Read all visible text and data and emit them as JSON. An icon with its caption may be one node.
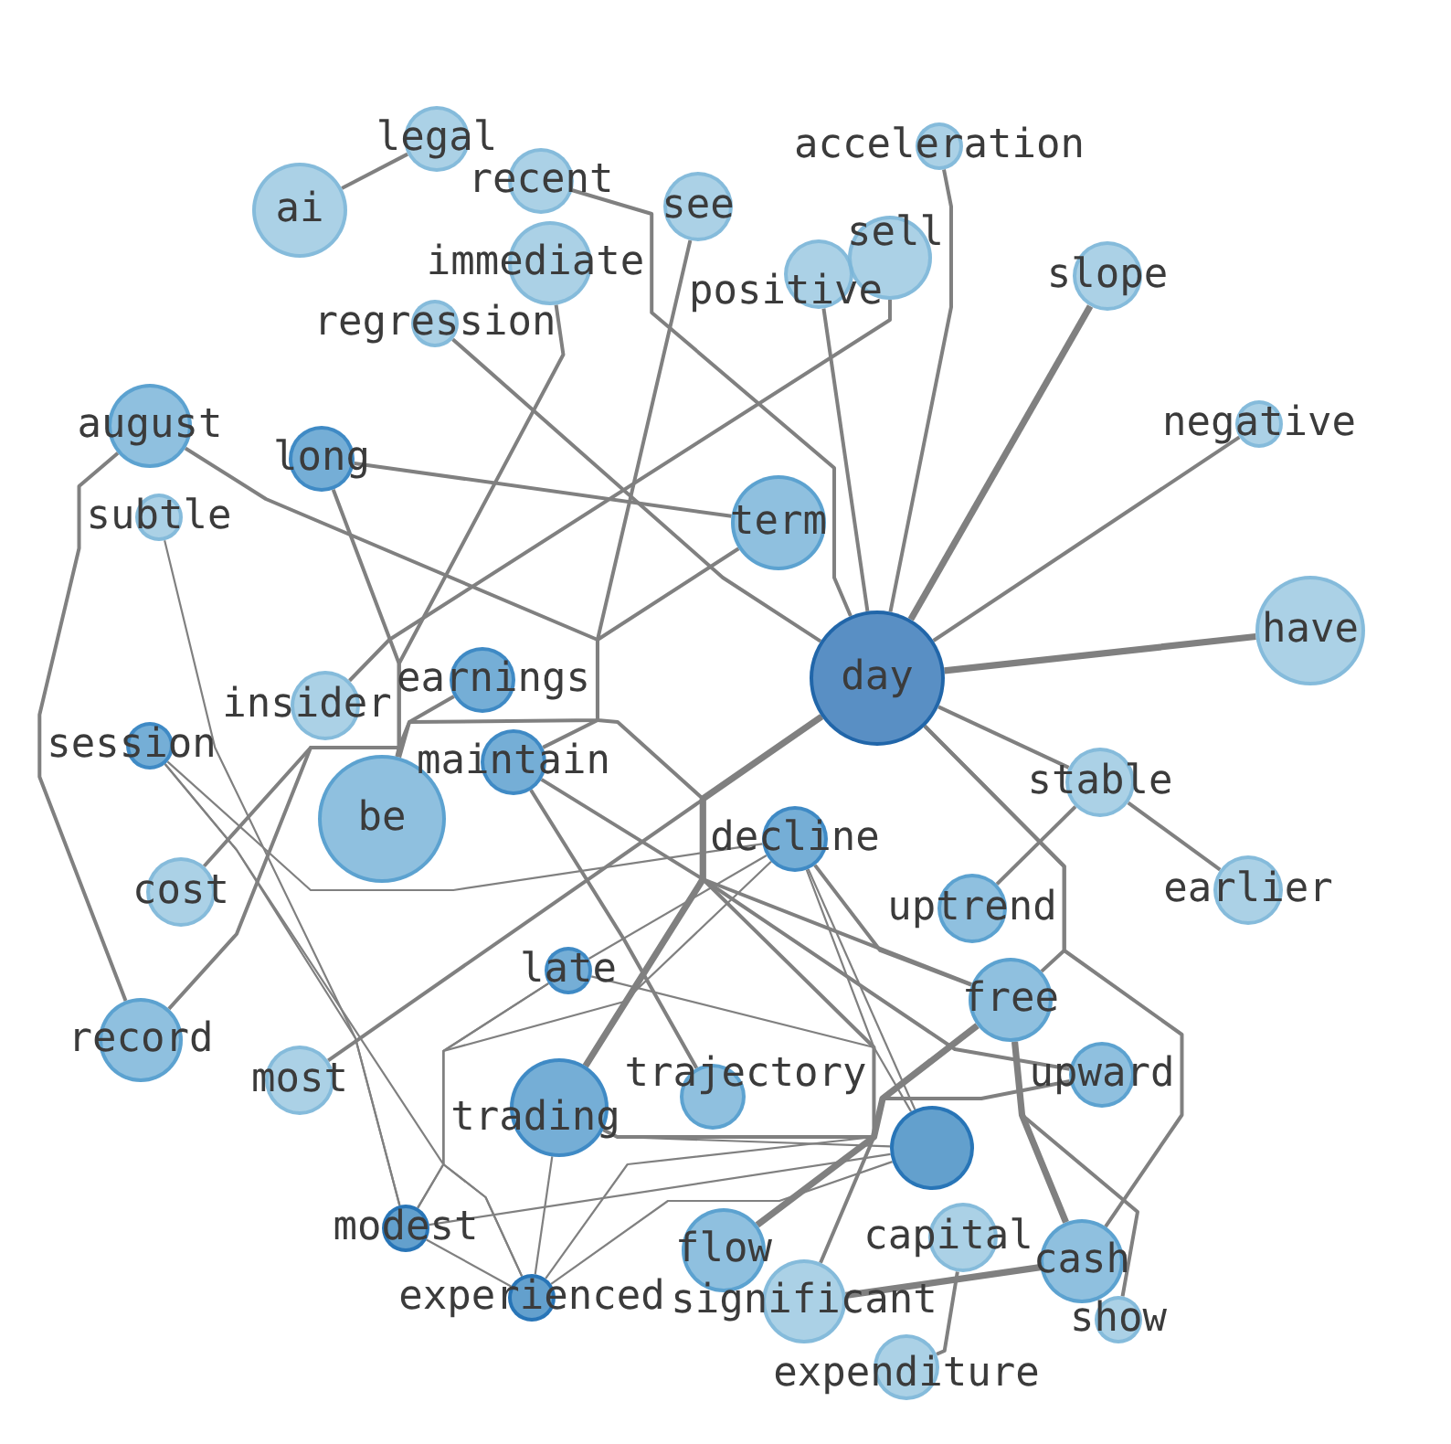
{
  "diagram": {
    "nodes": [
      {
        "text": [
          "legal"
        ]
      },
      {
        "text": [
          "ai"
        ]
      },
      {
        "text": [
          "recent"
        ]
      },
      {
        "text": [
          "see"
        ]
      },
      {
        "text": [
          "acceleration"
        ]
      },
      {
        "text": [
          "immediate"
        ]
      },
      {
        "text": [
          "positive"
        ]
      },
      {
        "text": [
          "sell"
        ]
      },
      {
        "text": [
          "slope"
        ]
      },
      {
        "text": [
          "regression"
        ]
      },
      {
        "text": [
          "august"
        ]
      },
      {
        "text": [
          "long"
        ]
      },
      {
        "text": [
          "negative"
        ]
      },
      {
        "text": [
          "subtle"
        ]
      },
      {
        "text": [
          "term"
        ]
      },
      {
        "text": [
          "have"
        ]
      },
      {
        "text": [
          "day"
        ]
      },
      {
        "text": [
          "earnings"
        ]
      },
      {
        "text": [
          "insider"
        ]
      },
      {
        "text": [
          "session"
        ]
      },
      {
        "text": [
          "maintain"
        ]
      },
      {
        "text": [
          "be"
        ]
      },
      {
        "text": [
          "stable"
        ]
      },
      {
        "text": [
          "decline"
        ]
      },
      {
        "text": [
          "cost"
        ]
      },
      {
        "text": [
          "uptrend"
        ]
      },
      {
        "text": [
          "earlier"
        ]
      },
      {
        "text": [
          "late"
        ]
      },
      {
        "text": [
          "record"
        ]
      },
      {
        "text": [
          "free"
        ]
      },
      {
        "text": [
          "most"
        ]
      },
      {
        "text": [
          "upward"
        ]
      },
      {
        "text": [
          "trading"
        ]
      },
      {
        "text": [
          "trajectory"
        ]
      },
      {
        "text": [],
        "shape": "circle"
      },
      {
        "text": [
          "modest"
        ]
      },
      {
        "text": [
          "capital"
        ]
      },
      {
        "text": [
          "cash"
        ]
      },
      {
        "text": [
          "flow"
        ]
      },
      {
        "text": [
          "significant"
        ]
      },
      {
        "text": [
          "expenditure"
        ]
      },
      {
        "text": [
          "show"
        ]
      },
      {
        "text": [
          "experienced"
        ]
      }
    ],
    "edges": [
      {
        "from": 1,
        "to": 0,
        "arrow": "none"
      },
      {
        "from": 2,
        "to": 16,
        "arrow": "none"
      },
      {
        "from": 9,
        "to": 16,
        "arrow": "none"
      },
      {
        "from": 5,
        "to": 24,
        "arrow": "none"
      },
      {
        "from": 3,
        "to": 20,
        "arrow": "none"
      },
      {
        "from": 7,
        "to": 18,
        "arrow": "none"
      },
      {
        "from": 6,
        "to": 16,
        "arrow": "none"
      },
      {
        "from": 4,
        "to": 16,
        "arrow": "none"
      },
      {
        "from": 8,
        "to": 16,
        "arrow": "none",
        "style": "thick"
      },
      {
        "from": 12,
        "to": 16,
        "arrow": "none"
      },
      {
        "from": 11,
        "to": 14,
        "arrow": "none"
      },
      {
        "from": 11,
        "to": 21,
        "arrow": "none"
      },
      {
        "from": 10,
        "to": 28,
        "arrow": "none"
      },
      {
        "from": 10,
        "to": 29,
        "arrow": "none"
      },
      {
        "from": 28,
        "to": 17,
        "arrow": "none"
      },
      {
        "from": 21,
        "to": 14,
        "arrow": "none"
      },
      {
        "from": 16,
        "to": 15,
        "arrow": "none",
        "style": "thick"
      },
      {
        "from": 16,
        "to": 22,
        "arrow": "none"
      },
      {
        "from": 22,
        "to": 26,
        "arrow": "none"
      },
      {
        "from": 22,
        "to": 25,
        "arrow": "none"
      },
      {
        "from": 30,
        "to": 16,
        "arrow": "none"
      },
      {
        "from": 32,
        "to": 16,
        "arrow": "none",
        "style": "thick"
      },
      {
        "from": 16,
        "to": 29,
        "arrow": "none"
      },
      {
        "from": 16,
        "to": 37,
        "arrow": "none"
      },
      {
        "from": 16,
        "to": 39,
        "arrow": "none"
      },
      {
        "from": 20,
        "to": 33,
        "arrow": "none"
      },
      {
        "from": 20,
        "to": 31,
        "arrow": "none"
      },
      {
        "from": 23,
        "to": 29,
        "arrow": "none"
      },
      {
        "from": 19,
        "to": 23,
        "arrow": "none"
      },
      {
        "from": 19,
        "to": 35,
        "arrow": "none"
      },
      {
        "from": 19,
        "to": 42,
        "arrow": "none"
      },
      {
        "from": 13,
        "to": 35,
        "arrow": "none"
      },
      {
        "from": 27,
        "to": 23,
        "arrow": "none"
      },
      {
        "from": 27,
        "to": 35,
        "arrow": "none"
      },
      {
        "from": 27,
        "to": 42,
        "arrow": "none"
      },
      {
        "from": 27,
        "to": 34,
        "arrow": "none"
      },
      {
        "from": 35,
        "to": 23,
        "arrow": "none"
      },
      {
        "from": 35,
        "to": 34,
        "arrow": "none"
      },
      {
        "from": 35,
        "to": 42,
        "arrow": "none"
      },
      {
        "from": 42,
        "to": 23,
        "arrow": "none"
      },
      {
        "from": 42,
        "to": 34,
        "arrow": "none"
      },
      {
        "from": 32,
        "to": 42,
        "arrow": "none"
      },
      {
        "from": 32,
        "to": 34,
        "arrow": "none"
      },
      {
        "from": 23,
        "to": 34,
        "arrow": "none"
      },
      {
        "from": 32,
        "to": 31,
        "arrow": "none"
      },
      {
        "from": 38,
        "to": 29,
        "arrow": "none",
        "style": "thick"
      },
      {
        "from": 29,
        "to": 37,
        "arrow": "none",
        "style": "thick"
      },
      {
        "from": 29,
        "to": 41,
        "arrow": "none"
      },
      {
        "from": 39,
        "to": 37,
        "arrow": "none",
        "style": "thick"
      },
      {
        "from": 40,
        "to": 36,
        "arrow": "none"
      }
    ]
  }
}
